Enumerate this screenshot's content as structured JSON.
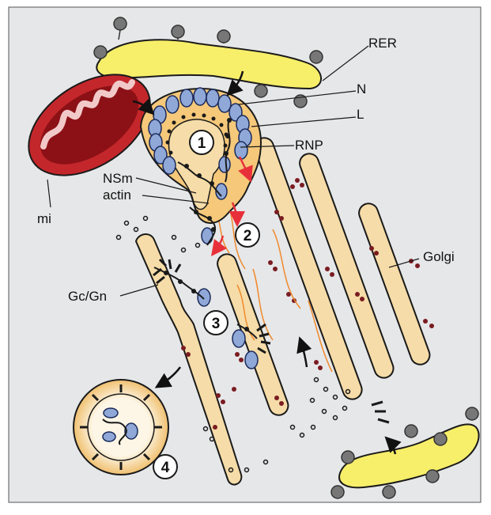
{
  "labels": {
    "rer": "RER",
    "n": "N",
    "l": "L",
    "rnp": "RNP",
    "nsm": "NSm",
    "actin": "actin",
    "mi": "mi",
    "golgi": "Golgi",
    "gcgn": "Gc/Gn"
  },
  "steps": [
    "1",
    "2",
    "3",
    "4"
  ],
  "colors": {
    "background": "#e6e7e8",
    "golgi_fill": "#f6dca8",
    "golgi_stroke": "#1a1a1a",
    "er_fill": "#f7ee6a",
    "ribosome": "#777777",
    "mito_fill": "#c4272b",
    "nucleocapsid": "#8fa8d8",
    "red_arrow": "#e8303a",
    "actin": "#f08a2c",
    "dots": "#5a1a1a"
  },
  "icons": [
    "mitochondrion-icon",
    "rough-er-icon",
    "golgi-stack-icon",
    "virion-icon",
    "red-arrow-icon"
  ]
}
